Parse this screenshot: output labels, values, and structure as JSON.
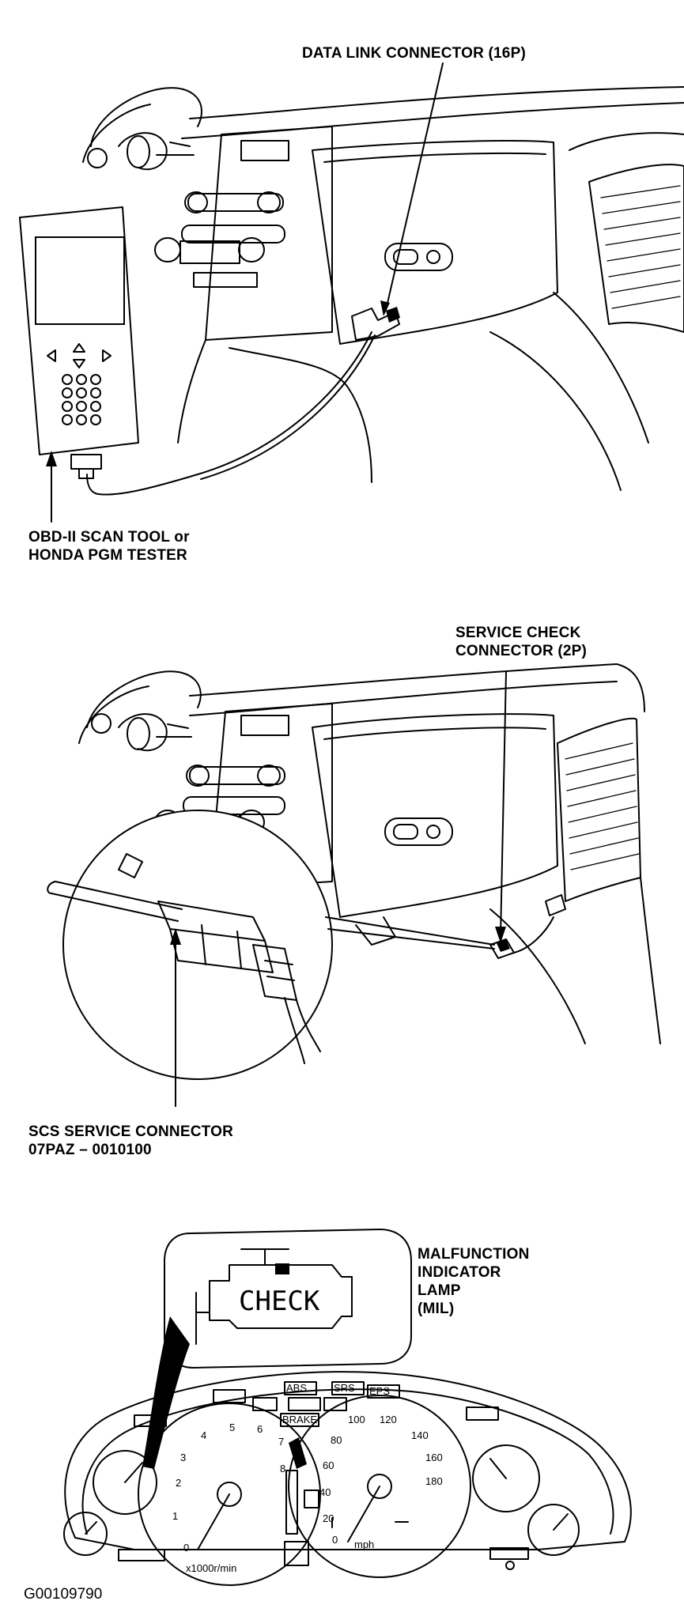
{
  "panel_top": {
    "dlc_label": "DATA LINK CONNECTOR (16P)",
    "tool_label_line1": "OBD-II SCAN TOOL or",
    "tool_label_line2": "HONDA PGM TESTER"
  },
  "panel_middle": {
    "scc_label_line1": "SERVICE CHECK",
    "scc_label_line2": "CONNECTOR (2P)",
    "scs_label_line1": "SCS SERVICE CONNECTOR",
    "scs_label_line2": "07PAZ – 0010100"
  },
  "panel_bottom": {
    "lamp_text": "CHECK",
    "mil_line1": "MALFUNCTION",
    "mil_line2": "INDICATOR",
    "mil_line3": "LAMP",
    "mil_line4": "(MIL)",
    "tach_numbers": [
      "0",
      "1",
      "2",
      "3",
      "4",
      "5",
      "6",
      "7",
      "8"
    ],
    "speedo_numbers": [
      "0",
      "20",
      "40",
      "60",
      "80",
      "100",
      "120",
      "140",
      "160",
      "180"
    ],
    "brake_label": "BRAKE",
    "abs_label": "ABS",
    "srs_label": "SRS",
    "eps_label": "EPS"
  },
  "figure_code": "G00109790"
}
